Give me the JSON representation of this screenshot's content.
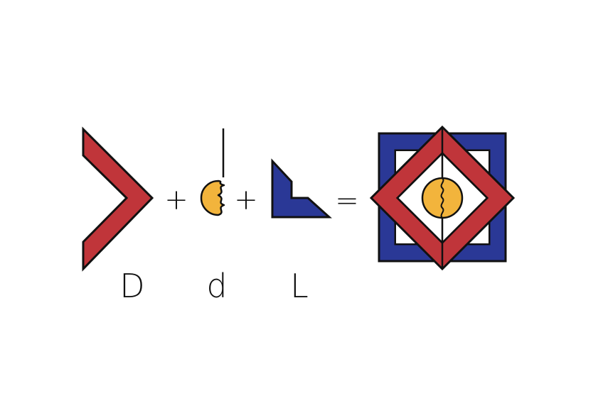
{
  "equation": {
    "operators": [
      "+",
      "+",
      "="
    ],
    "labels": [
      "D",
      "d",
      "L"
    ]
  },
  "colors": {
    "red": "#c0353a",
    "blue": "#2a3896",
    "yellow": "#f2b43c",
    "outline": "#111111",
    "background": "#ffffff"
  },
  "parts": [
    {
      "label": "D",
      "shape": "red-chevron"
    },
    {
      "label": "d",
      "shape": "yellow-half-circle-with-stem"
    },
    {
      "label": "L",
      "shape": "blue-corner"
    }
  ],
  "result": {
    "shape": "blue-square-frame-with-red-diamond-and-yellow-circle"
  }
}
